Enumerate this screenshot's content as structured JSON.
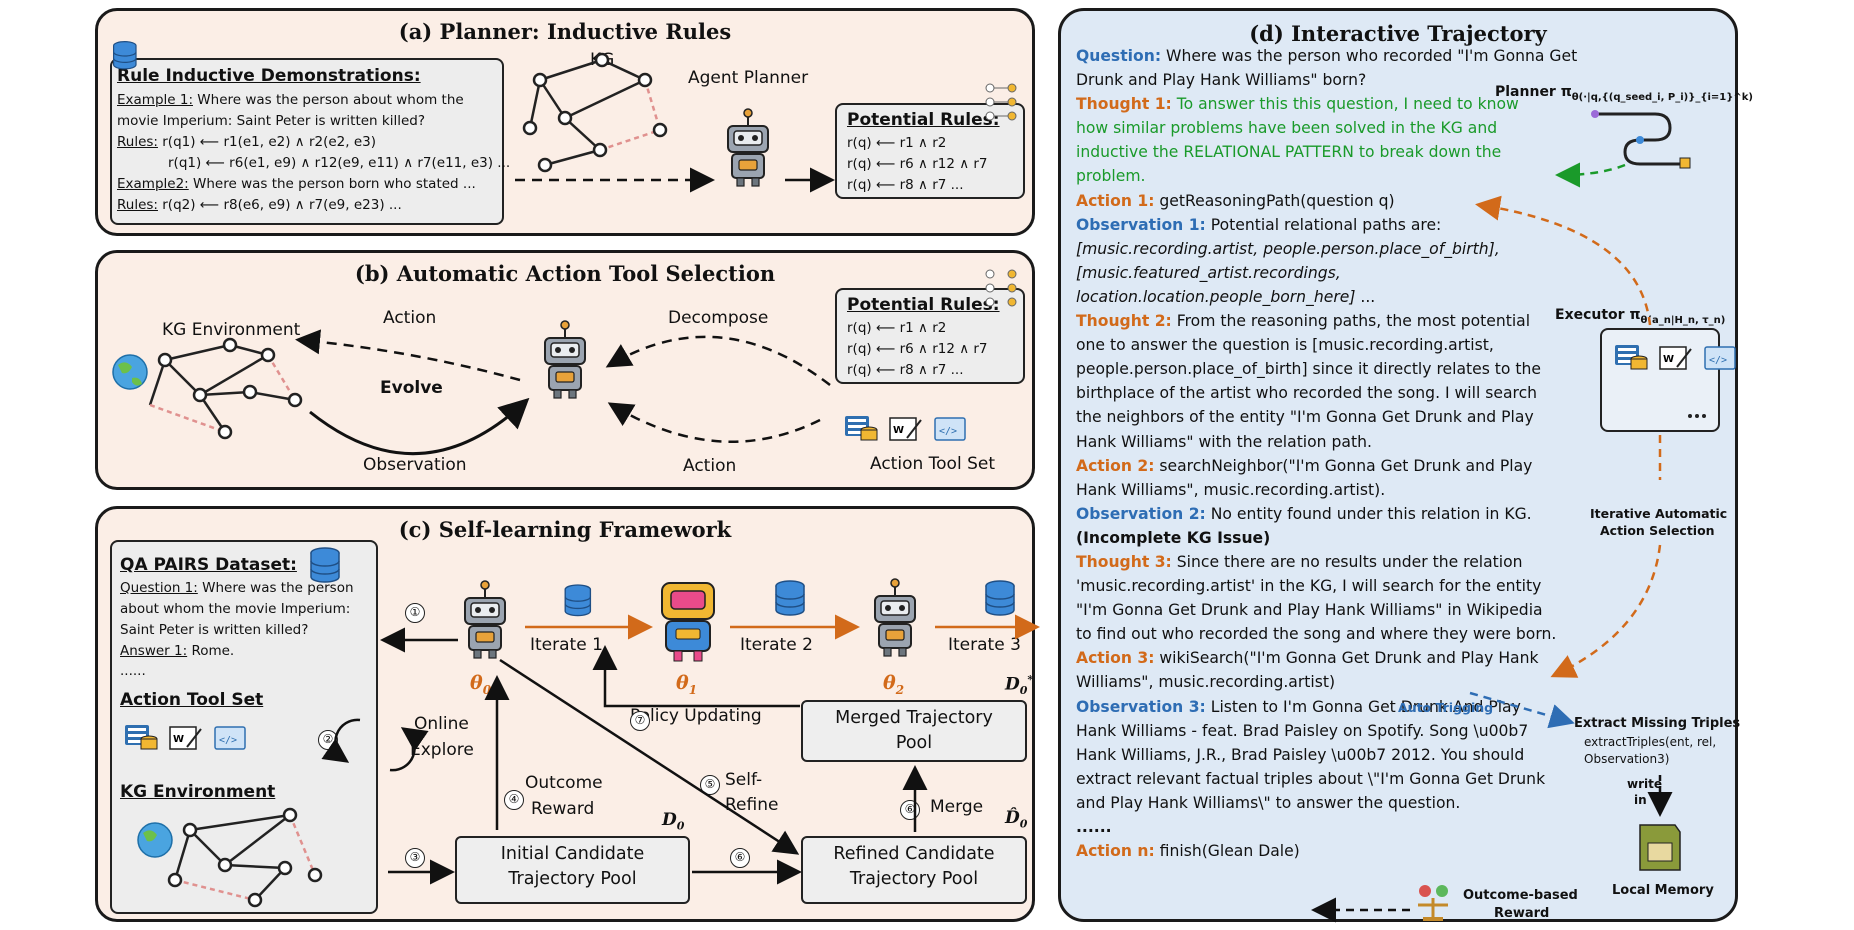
{
  "panel_a": {
    "title": "(a) Planner: Inductive Rules",
    "demo_title": "Rule Inductive Demonstrations:",
    "ex1_label": "Example 1:",
    "ex1_text": " Where was the person about whom the",
    "ex1_text2": "movie Imperium: Saint Peter is written killed?",
    "rules_label": "Rules:",
    "rule1": " r(q1) ⟵ r1(e1, e2) ∧ r2(e2, e3)",
    "rule2": "r(q1) ⟵ r6(e1, e9) ∧ r12(e9, e11) ∧ r7(e11, e3) ...",
    "ex2_label": "Example2:",
    "ex2_text": " Where was the person born who stated ...",
    "rule3": " r(q2) ⟵ r8(e6, e9) ∧ r7(e9, e23) ...",
    "kg_label": "KG",
    "planner_label": "Agent Planner",
    "potential_title": "Potential Rules:",
    "potential": [
      "r(q) ⟵ r1 ∧ r2",
      "r(q) ⟵ r6 ∧ r12 ∧ r7",
      "r(q) ⟵ r8 ∧ r7 ..."
    ]
  },
  "panel_b": {
    "title": "(b) Automatic Action Tool Selection",
    "kg_env": "KG Environment",
    "action_top": "Action",
    "evolve": "Evolve",
    "observation": "Observation",
    "decompose": "Decompose",
    "action_bottom": "Action",
    "potential_title": "Potential Rules:",
    "potential": [
      "r(q) ⟵ r1 ∧ r2",
      "r(q) ⟵ r6 ∧ r12 ∧ r7",
      "r(q) ⟵ r8 ∧ r7 ..."
    ],
    "toolset": "Action Tool Set"
  },
  "panel_c": {
    "title": "(c) Self-learning Framework",
    "qa_title": "QA PAIRS Dataset:",
    "q1_label": "Question 1:",
    "q1_text": " Where was the person",
    "q1_text2": "about whom the movie Imperium:",
    "q1_text3": "Saint Peter is written killed?",
    "a1_label": "Answer 1:",
    "a1_text": " Rome.",
    "dots": "......",
    "toolset_title": "Action Tool Set",
    "kg_title": "KG Environment",
    "online_explore": [
      "Online",
      "Explore"
    ],
    "theta0": "θ",
    "theta0_sub": "0",
    "theta1": "θ",
    "theta1_sub": "1",
    "theta2": "θ",
    "theta2_sub": "2",
    "iterate1": "Iterate 1",
    "iterate2": "Iterate 2",
    "iterate3": "Iterate 3",
    "policy_updating": "Policy Updating",
    "merged_pool": [
      "Merged Trajectory",
      "Pool"
    ],
    "d0_star": "D",
    "outcome_reward": [
      "Outcome",
      "Reward"
    ],
    "self_refine": [
      "Self-",
      "Refine"
    ],
    "merge": "Merge",
    "initial_pool": [
      "Initial Candidate",
      "Trajectory Pool"
    ],
    "refined_pool": [
      "Refined Candidate",
      "Trajectory Pool"
    ],
    "d0": "D",
    "d0_hat": "D̂",
    "step_nums": [
      "①",
      "②",
      "③",
      "④",
      "⑤",
      "⑥",
      "⑥",
      "⑦"
    ]
  },
  "panel_d": {
    "title": "(d) Interactive Trajectory",
    "question_label": "Question:",
    "question_text": " Where was the person who recorded \"I'm Gonna Get Drunk and Play Hank Williams\" born?",
    "thought1_label": "Thought 1:",
    "thought1_text": " To answer this this question, I need to know how similar problems have been solved in the KG and inductive the RELATIONAL PATTERN to break down the problem.",
    "action1_label": "Action 1:",
    "action1_text": " getReasoningPath(question q)",
    "obs1_label": "Observation 1:",
    "obs1_text": " Potential relational paths are:",
    "obs1_paths": "[music.recording.artist, people.person.place_of_birth], [music.featured_artist.recordings, location.location.people_born_here]",
    "obs1_tail": " ...",
    "thought2_label": "Thought 2:",
    "thought2_text": " From the reasoning paths, the most potential one to answer the question is [music.recording.artist, people.person.place_of_birth] since it directly relates to the birthplace of the artist who recorded the song. I will search the neighbors of the entity \"I'm Gonna Get Drunk and Play Hank Williams\" with the relation path.",
    "action2_label": "Action 2:",
    "action2_text": " searchNeighbor(\"I'm Gonna Get Drunk and Play Hank Williams\", music.recording.artist).",
    "obs2_label": "Observation 2:",
    "obs2_text": " No entity found under this relation in KG.",
    "obs2_issue": "(Incomplete KG Issue)",
    "thought3_label": "Thought 3:",
    "thought3_text": " Since there are no results under the relation 'music.recording.artist' in the KG, I will search for the entity \"I'm Gonna Get Drunk and Play Hank Williams\" in Wikipedia to find out who recorded the song and where they were born.",
    "action3_label": "Action 3:",
    "action3_text": " wikiSearch(\"I'm Gonna Get Drunk and Play Hank Williams\", music.recording.artist)",
    "obs3_label": "Observation 3:",
    "obs3_text": " Listen to I'm Gonna Get Drunk And Play Hank Williams - feat. Brad Paisley on Spotify. Song \\u00b7 Hank Williams, J.R., Brad Paisley \\u00b7 2012. You should extract relevant factual triples about \\\"I'm Gonna Get Drunk and Play Hank Williams\\\" to answer the question.",
    "dots": "......",
    "actionn_label": "Action n:",
    "actionn_text": " finish(Glean Dale)",
    "planner_label": "Planner π",
    "planner_formula": "θ(·|q,{(q_seed_i, P_i)}_{i=1}^k)",
    "executor_label": "Executor π",
    "executor_formula": "θ(a_n|H_n, τ_n)",
    "iterative": [
      "Iterative Automatic",
      "Action Selection"
    ],
    "auto_trigging": "Auto Trigging",
    "extract_title": "Extract Missing Triples",
    "extract_code": [
      "extractTriples(ent, rel,",
      "Observation3)"
    ],
    "write_in": [
      "write",
      "in"
    ],
    "local_memory": "Local Memory",
    "outcome_reward": [
      "Outcome-based",
      "Reward"
    ]
  }
}
